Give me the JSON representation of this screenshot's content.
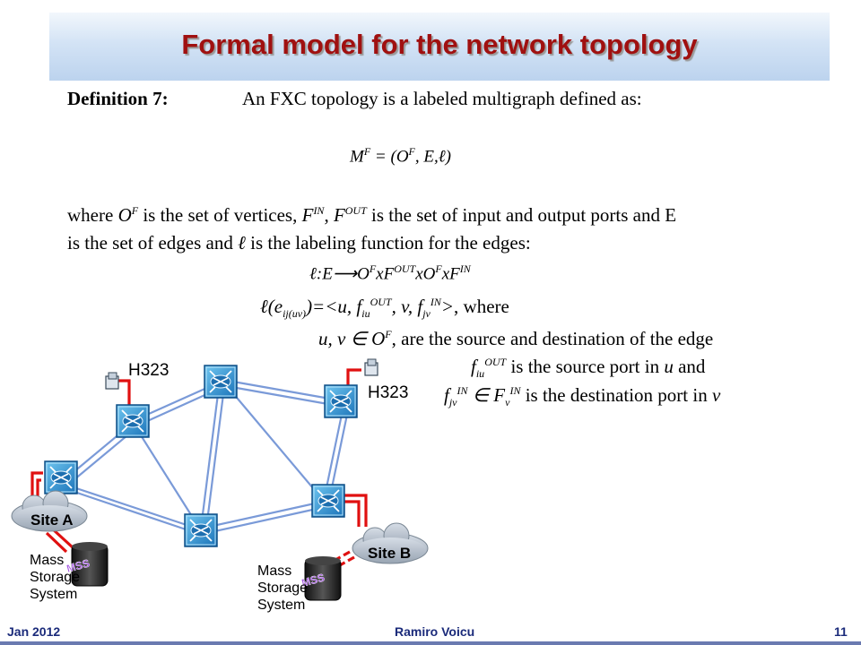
{
  "title": "Formal model for the network topology",
  "definition": {
    "label": "Definition 7:",
    "intro": "An FXC topology is a labeled multigraph defined as:",
    "formula_main": "M",
    "formula_main_sup": "F",
    "formula_main_rest": " = (O",
    "formula_o_sup": "F",
    "formula_tail": ", E,ℓ)",
    "where_1a": "where ",
    "where_1b": "O",
    "where_1b_sup": "F",
    "where_1c": " is the set of vertices, ",
    "where_1d": "F",
    "where_1d_sup": "IN",
    "where_1e": ", ",
    "where_1f": "F",
    "where_1f_sup": "OUT",
    "where_1g": " is the set of input and output ports and E",
    "where_2a": "is the set of edges and ",
    "where_2b": "ℓ",
    "where_2c": " is the labeling function for the edges:",
    "labeling_fn": "ℓ:E⟶O",
    "lf_sup1": "F",
    "lf_x1": "xF",
    "lf_sup2": "OUT",
    "lf_x2": "xO",
    "lf_sup3": "F",
    "lf_x3": "xF",
    "lf_sup4": "IN",
    "label_eq_a": "ℓ(e",
    "label_eq_sub": "ij(uv)",
    "label_eq_b": ")=<u, f",
    "label_eq_sub2": "iu",
    "label_eq_sup2": "OUT",
    "label_eq_c": ", v, f",
    "label_eq_sub3": "jv",
    "label_eq_sup3": "IN",
    "label_eq_d": ">",
    "label_eq_where": ", where",
    "line_uv_a": "u, v ∈ O",
    "line_uv_sup": "F",
    "line_uv_b": ", are the source and destination of the edge",
    "line_src_a": "f",
    "line_src_sub": "iu",
    "line_src_sup": "OUT",
    "line_src_b": " is the source port in ",
    "line_src_c": "u",
    "line_src_d": " and",
    "line_dst_a": "f",
    "line_dst_sub": "jv",
    "line_dst_sup": "IN",
    "line_dst_b": " ∈ F",
    "line_dst_sub2": "v",
    "line_dst_sup2": "IN",
    "line_dst_c": " is the destination port in ",
    "line_dst_d": "v"
  },
  "diagram": {
    "h323_left": "H323",
    "h323_right": "H323",
    "site_a": "Site A",
    "site_b": "Site B",
    "mss_left": [
      "Mass",
      "Storage",
      "System"
    ],
    "mss_right": [
      "Mass",
      "Storage",
      "System"
    ],
    "mss_badge": "MSS"
  },
  "footer": {
    "left": "Jan 2012",
    "center": "Ramiro Voicu",
    "right": "11"
  }
}
